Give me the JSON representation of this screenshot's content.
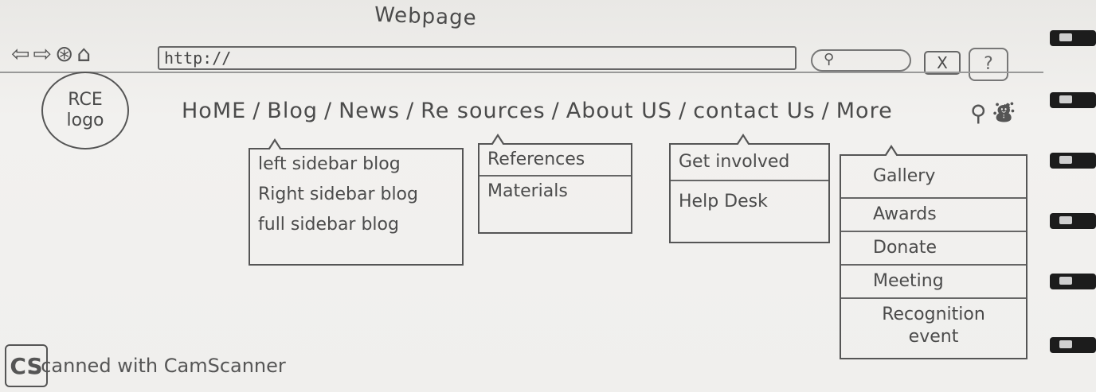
{
  "page_title": "Webpage",
  "browser": {
    "nav_icons": [
      "back-arrow-icon",
      "forward-arrow-icon",
      "refresh-icon",
      "home-icon"
    ],
    "url": "http://",
    "search_icon": "search-icon",
    "close_label": "X",
    "help_label": "?"
  },
  "logo": {
    "text": "RCE\nlogo"
  },
  "menu": {
    "items": [
      {
        "label": "HoME"
      },
      {
        "label": "Blog"
      },
      {
        "label": "News"
      },
      {
        "label": "Re sources"
      },
      {
        "label": "About US"
      },
      {
        "label": "contact Us"
      },
      {
        "label": "More"
      }
    ],
    "separator": "/",
    "tools": [
      "search-icon",
      "user-icon"
    ]
  },
  "dropdowns": {
    "blog": {
      "items": [
        "left sidebar blog",
        "Right sidebar blog",
        "full sidebar blog"
      ]
    },
    "resources": {
      "items": [
        "References",
        "Materials"
      ]
    },
    "contact": {
      "items": [
        "Get involved",
        "Help Desk"
      ]
    },
    "more": {
      "items": [
        "Gallery",
        "Awards",
        "Donate",
        "Meeting",
        "Recognition\nevent"
      ]
    }
  },
  "watermark": {
    "badge": "CS",
    "text": "Scanned with CamScanner"
  }
}
